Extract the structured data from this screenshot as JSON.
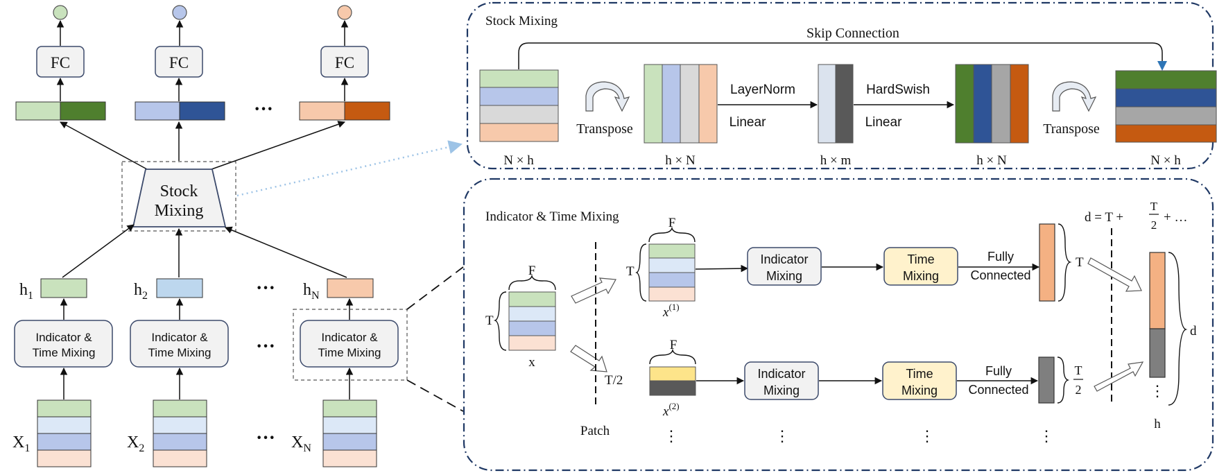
{
  "colors": {
    "green_light": "#c9e2bd",
    "blue_light": "#b7c6ea",
    "gray_light": "#d9d9d9",
    "peach_light": "#f7c9ab",
    "peach_pale": "#fbe1d3",
    "blue_pale": "#dce8f7",
    "green_dark": "#4f7f2e",
    "blue_dark": "#2f5496",
    "gray_mid": "#a6a6a6",
    "orange_dark": "#c55a11",
    "yellow": "#fde48a",
    "cream": "#fff2cc",
    "box_fill": "#f2f2f2",
    "box_stroke": "#3c4a6b",
    "frame": "#1f3864",
    "dotted_link": "#9dc3e6"
  },
  "left": {
    "fc_label": "FC",
    "stock_mixing": [
      "Stock",
      "Mixing"
    ],
    "hidden_labels": [
      "h",
      "h",
      "h"
    ],
    "hidden_subs": [
      "1",
      "2",
      "N"
    ],
    "itm_label": [
      "Indicator &",
      "Time Mixing"
    ],
    "input_labels": [
      "X",
      "X",
      "X"
    ],
    "input_subs": [
      "1",
      "2",
      "N"
    ],
    "ellipsis": "···"
  },
  "stock_panel": {
    "title": "Stock Mixing",
    "skip": "Skip Connection",
    "transpose": "Transpose",
    "layernorm": "LayerNorm",
    "linear": "Linear",
    "hardswish": "HardSwish",
    "dims": [
      "N × h",
      "h × N",
      "h × m",
      "h × N",
      "N × h"
    ]
  },
  "itm_panel": {
    "title": "Indicator & Time Mixing",
    "F": "F",
    "T": "T",
    "x": "x",
    "x1": "(1)",
    "x2": "(2)",
    "x_italic": "x",
    "T2": "T/2",
    "patch": "Patch",
    "indicator_mixing": [
      "Indicator",
      "Mixing"
    ],
    "time_mixing": [
      "Time",
      "Mixing"
    ],
    "fully_connected": [
      "Fully",
      "Connected"
    ],
    "frac_num": "T",
    "frac_den": "2",
    "d_eq": "d = T +",
    "d_eq_tail": "+ …",
    "d": "d",
    "h": "h",
    "vdots": "⋮"
  }
}
